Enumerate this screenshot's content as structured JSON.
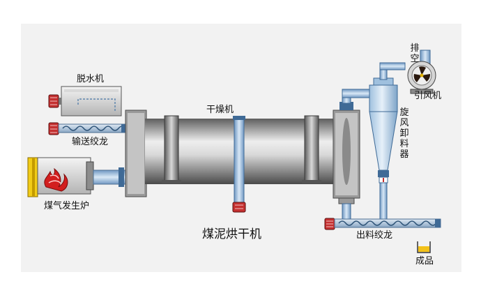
{
  "title": "煤泥烘干机",
  "labels": {
    "dewaterer": "脱水机",
    "feed_conveyor": "输送绞龙",
    "gas_furnace": "煤气发生炉",
    "dryer": "干燥机",
    "exhaust": "排空",
    "induced_fan": "引风机",
    "cyclone": "旋风卸料器",
    "discharge_conveyor": "出料绞龙",
    "product": "成品"
  },
  "colors": {
    "background": "#ffffff",
    "panel": "#f2f2f2",
    "pipe": "#b9d3ea",
    "pipe_stroke": "#5f86ad",
    "drum_dark": "#6f6f6f",
    "drum_light": "#ececec",
    "flame": "#d21f1f",
    "product": "#f3c21a"
  }
}
